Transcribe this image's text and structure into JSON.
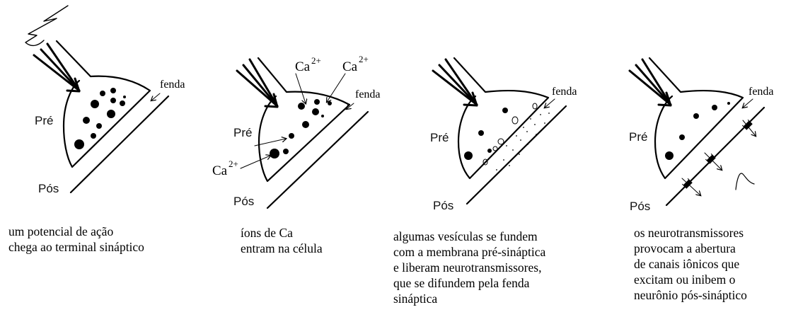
{
  "panels": [
    {
      "pre": "Pré",
      "pos": "Pós",
      "fenda": "fenda",
      "caption": [
        "um potencial de ação",
        "chega ao terminal sináptico"
      ]
    },
    {
      "pre": "Pré",
      "pos": "Pós",
      "fenda": "fenda",
      "ca": "Ca",
      "ca_sup": "2+",
      "caption": [
        "íons de Ca",
        "entram na célula"
      ]
    },
    {
      "pre": "Pré",
      "pos": "Pós",
      "fenda": "fenda",
      "caption": [
        "algumas vesículas se fundem",
        "com a membrana pré-sináptica",
        "e liberam neurotransmissores,",
        "que se difundem pela fenda",
        "sináptica"
      ]
    },
    {
      "pre": "Pré",
      "pos": "Pós",
      "fenda": "fenda",
      "caption": [
        "os neurotransmissores",
        "provocam a abertura",
        "de canais iônicos que",
        "excitam ou inibem o",
        "neurônio pós-sináptico"
      ]
    }
  ]
}
